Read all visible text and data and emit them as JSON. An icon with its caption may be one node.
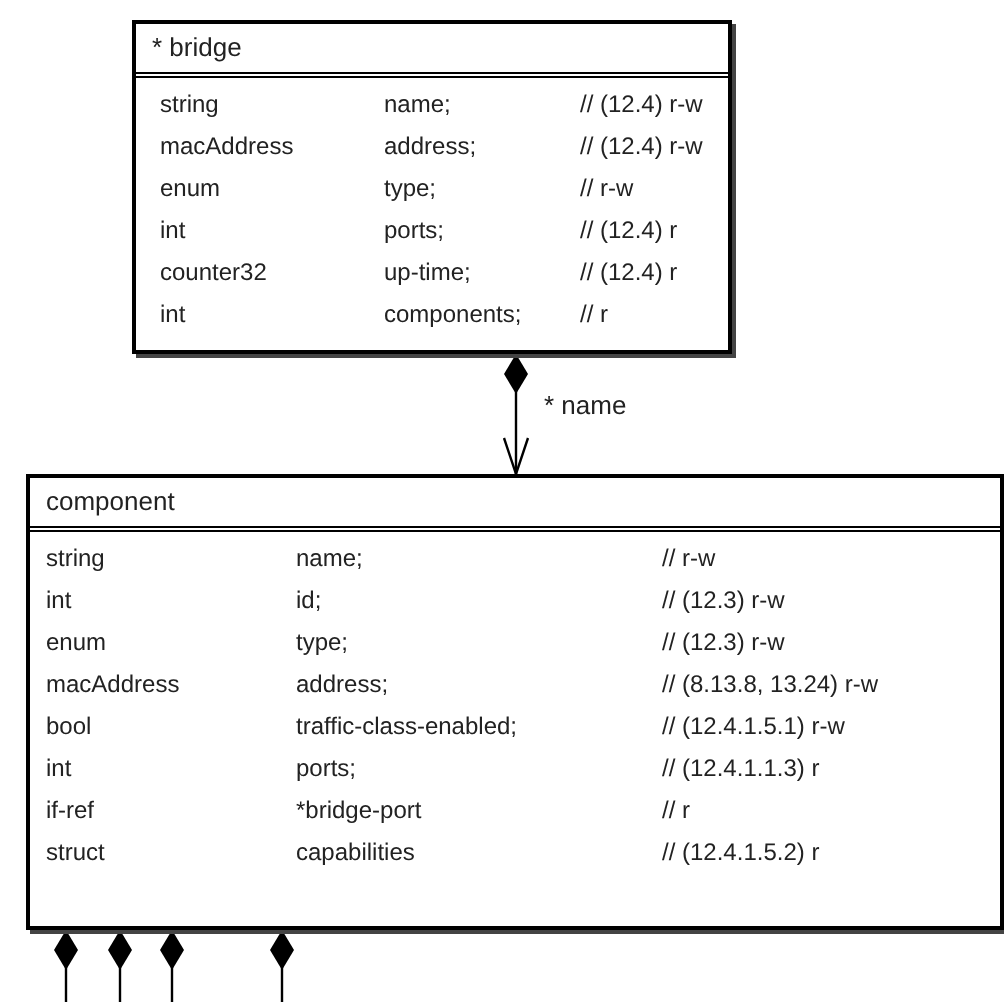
{
  "diagram": {
    "nodes": [
      {
        "text": [
          "* bridge",
          "string",
          "name;",
          "// (12.4) r-w",
          "macAddress",
          "address;",
          "// (12.4) r-w",
          "enum",
          "type;",
          "// r-w",
          "int",
          "ports;",
          "// (12.4) r",
          "counter32",
          "up-time;",
          "// (12.4) r",
          "int",
          "components;",
          "// r"
        ]
      },
      {
        "text": [
          "component",
          "string",
          "name;",
          "// r-w",
          "int",
          "id;",
          "// (12.3) r-w",
          "enum",
          "type;",
          "// (12.3) r-w",
          "macAddress",
          "address;",
          "// (8.13.8, 13.24) r-w",
          "bool",
          "traffic-class-enabled;",
          "// (12.4.1.5.1) r-w",
          "int",
          "ports;",
          "// (12.4.1.1.3) r",
          "if-ref",
          "*bridge-port",
          "// r",
          "struct",
          "capabilities",
          "// (12.4.1.5.2) r"
        ]
      }
    ],
    "edges": [
      {
        "from": 0,
        "to": 1,
        "arrow": "to",
        "label": "* name"
      },
      {
        "from": 1,
        "to": null,
        "arrow": "other"
      },
      {
        "from": 1,
        "to": null,
        "arrow": "other"
      },
      {
        "from": 1,
        "to": null,
        "arrow": "other"
      },
      {
        "from": 1,
        "to": null,
        "arrow": "other"
      }
    ]
  }
}
